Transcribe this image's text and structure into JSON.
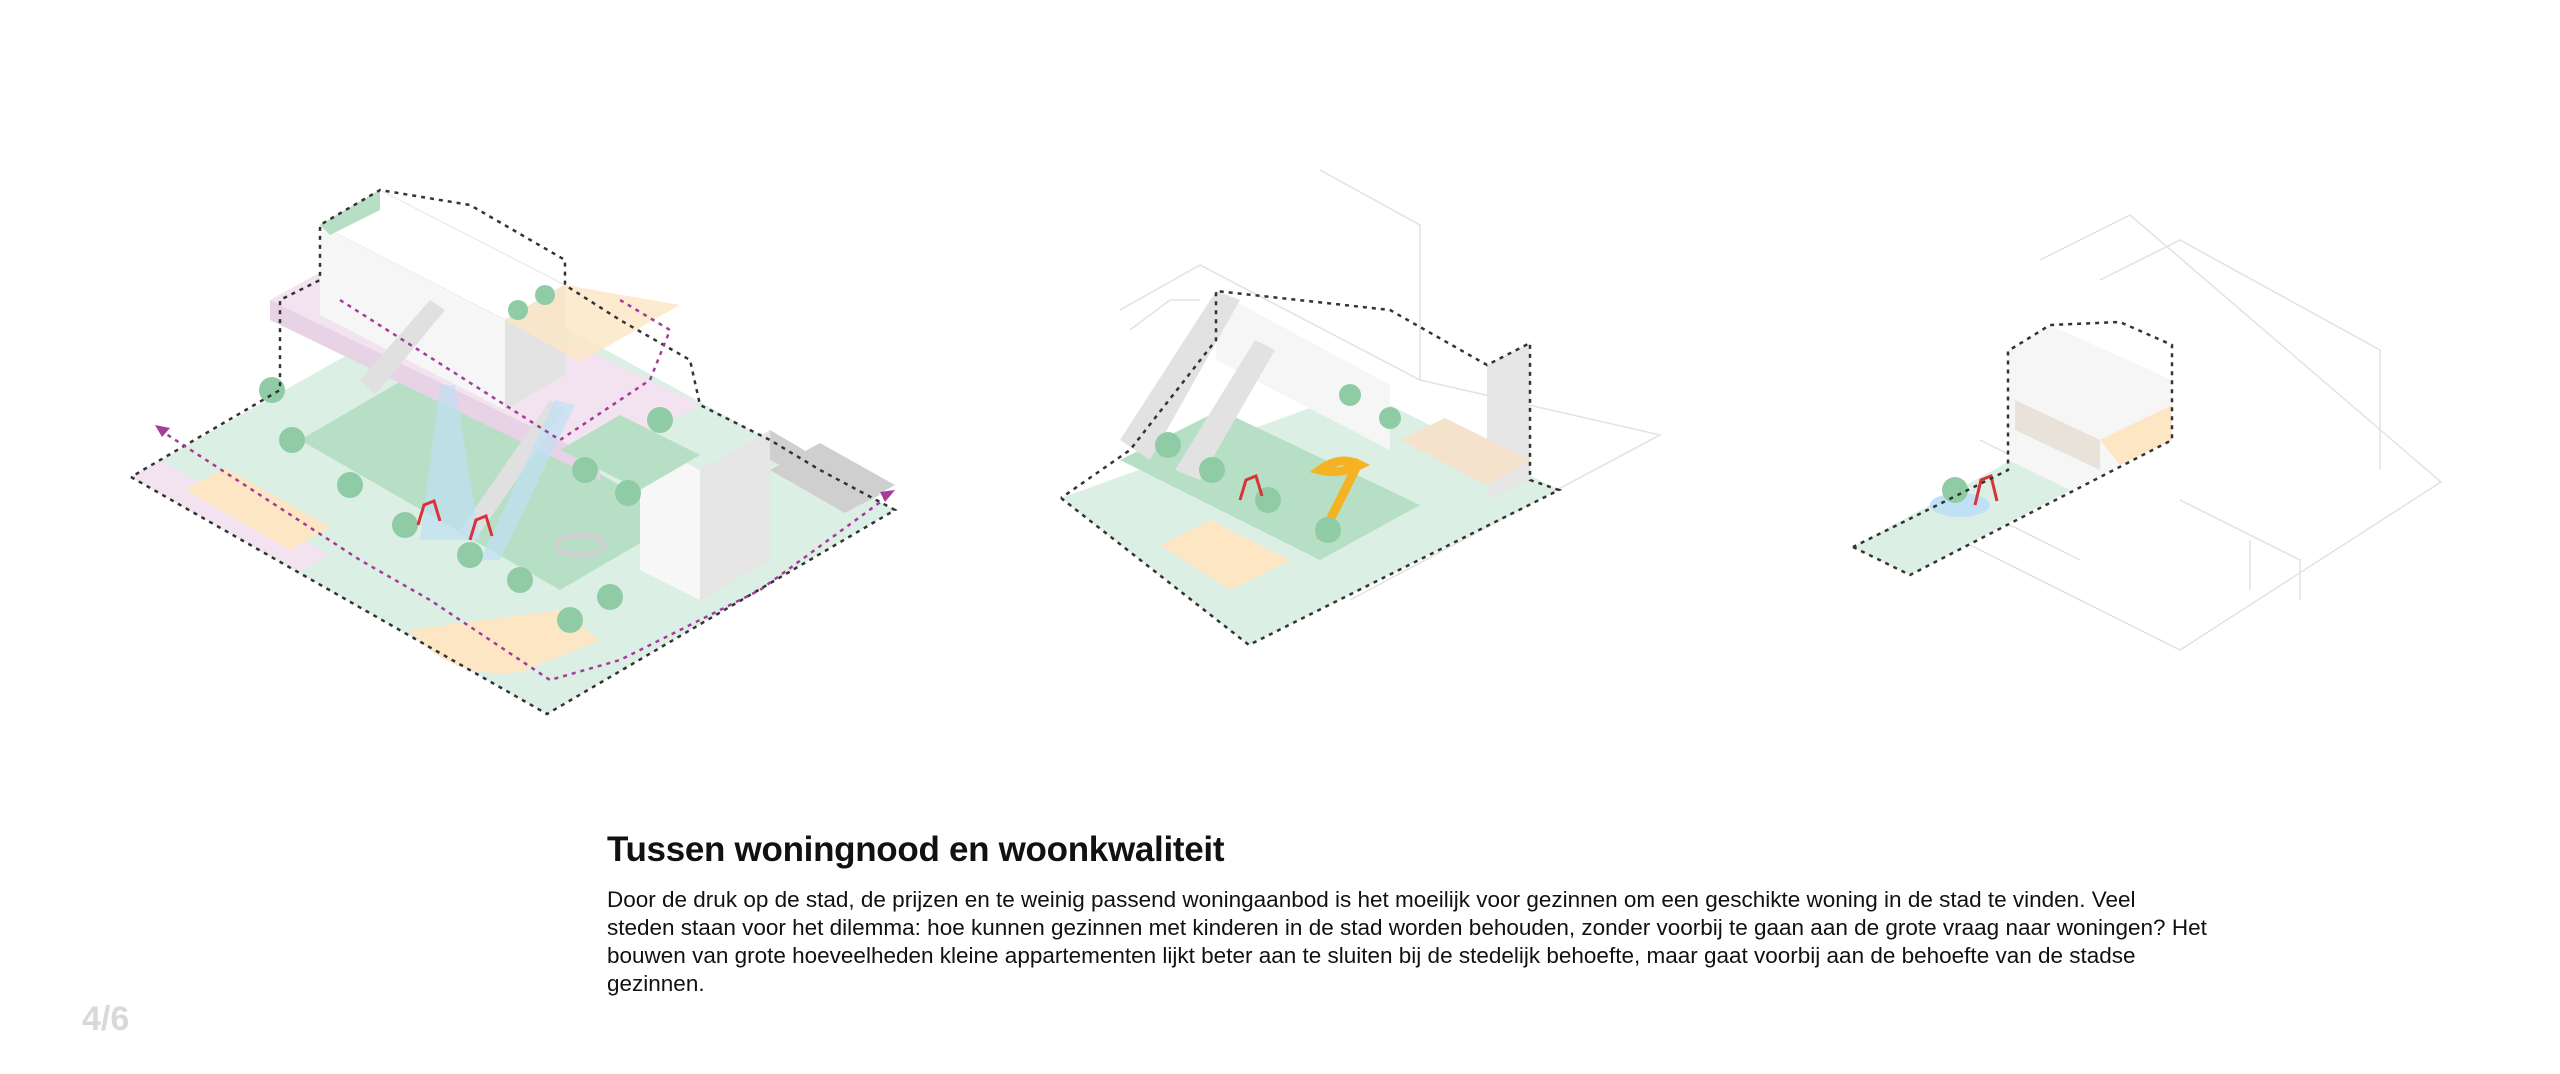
{
  "slide": {
    "title": "Tussen woningnood en woonkwaliteit",
    "body": "Door de druk op de stad, de prijzen en te weinig passend woningaanbod is het moeilijk voor gezinnen om een geschikte woning in de stad te vinden. Veel steden staan voor het dilemma: hoe kunnen gezinnen met kinderen in de stad worden behouden, zonder voorbij te gaan aan de grote vraag naar woningen? Het bouwen van grote hoeveelheden kleine appartementen lijkt beter aan te sluiten bij de stedelijk behoefte, maar gaat voorbij aan de behoefte van de stadse gezinnen.",
    "page_indicator": "4/6"
  },
  "colors": {
    "green": "#a9d9bc",
    "light_green": "#dcefe4",
    "pink": "#f3e3f1",
    "path": "#a43c9a",
    "sand": "#fde6c4",
    "orange": "#f5b324",
    "red": "#d9333a",
    "sky": "#bfe0f5"
  }
}
